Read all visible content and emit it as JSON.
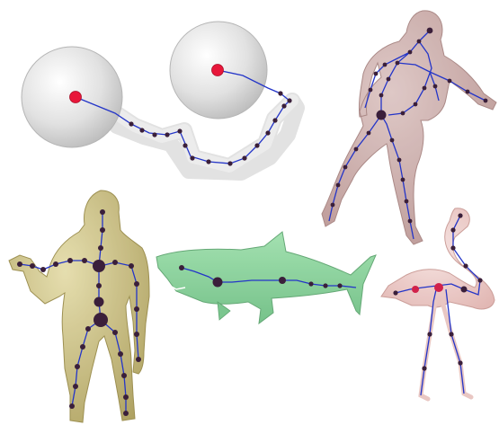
{
  "figures": [
    {
      "id": "spheres",
      "kind": "two spheres joined by a tube",
      "mesh_color": "#d9d9d9",
      "joint_color": "#e8173a"
    },
    {
      "id": "walking-woman",
      "kind": "human figure",
      "mesh_color": "#c9a7a4"
    },
    {
      "id": "muscular-man",
      "kind": "human figure",
      "mesh_color": "#c9bd7e"
    },
    {
      "id": "shark",
      "kind": "shark",
      "mesh_color": "#8fd6a0"
    },
    {
      "id": "flamingo",
      "kind": "flamingo",
      "mesh_color": "#ecc9c6"
    }
  ],
  "skeleton": {
    "line_color": "#1f2bd6",
    "node_color": "#3a1f3a"
  }
}
